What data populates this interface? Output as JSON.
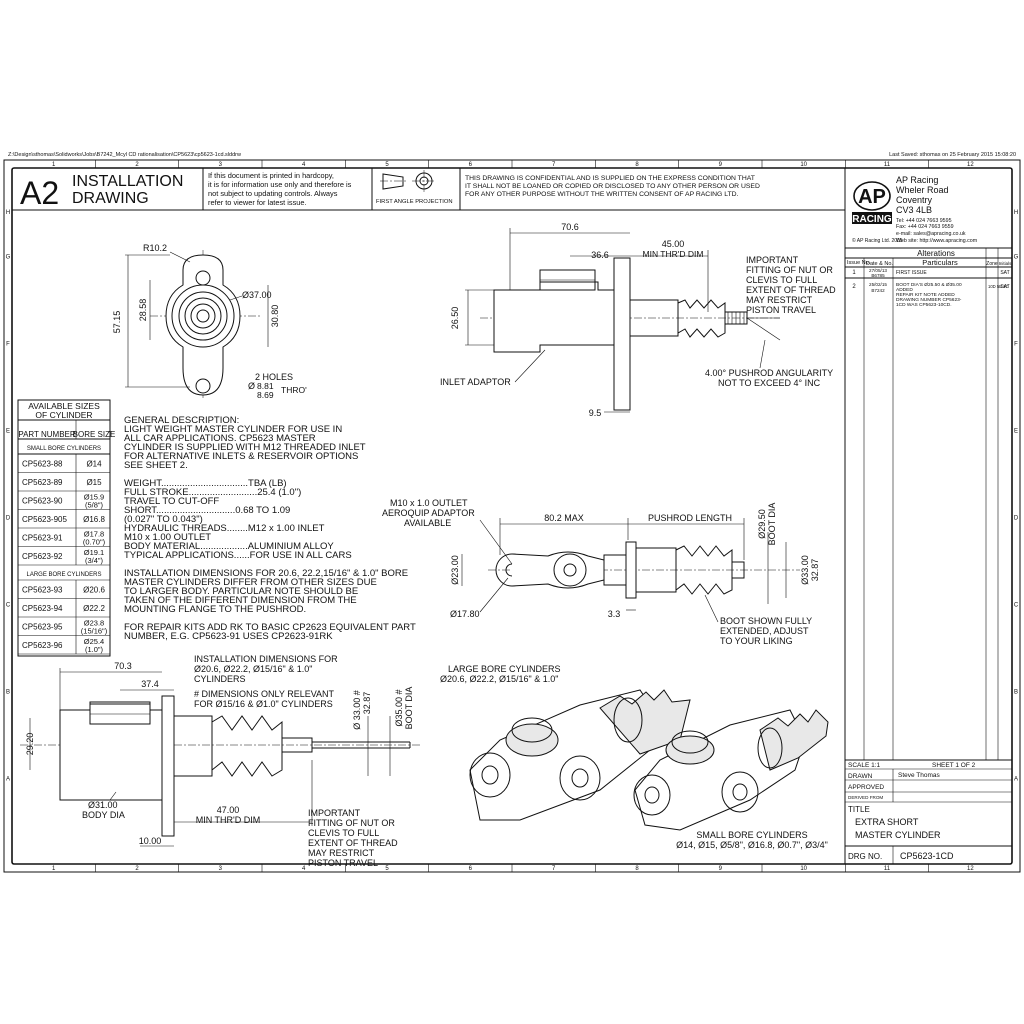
{
  "header": {
    "file_path": "Z:\\Design\\sthomas\\Solidworks\\Jobs\\B7242_Mcyl CD rationalisation\\CP5623\\cp5623-1cd.slddrw",
    "last_saved": "Last Saved: sthomas on 25 February 2015 15:08:20"
  },
  "zones": {
    "columns": [
      "1",
      "2",
      "3",
      "4",
      "5",
      "6",
      "7",
      "8",
      "9",
      "10",
      "11",
      "12"
    ],
    "rows": [
      "H",
      "G",
      "F",
      "E",
      "D",
      "C",
      "B",
      "A"
    ]
  },
  "title_box": {
    "size": "A2",
    "line1": "INSTALLATION",
    "line2": "DRAWING",
    "hardcopy_note": [
      "If this document is printed in hardcopy,",
      "it is for information use only and therefore is",
      "not subject to updating controls. Always",
      "refer to viewer for latest issue."
    ],
    "projection_label": "FIRST ANGLE PROJECTION",
    "confidential": [
      "THIS DRAWING IS CONFIDENTIAL AND IS SUPPLIED ON THE EXPRESS CONDITION THAT",
      "IT SHALL NOT BE LOANED OR COPIED OR DISCLOSED TO ANY OTHER PERSON OR USED",
      "FOR ANY OTHER PURPOSE WITHOUT THE WRITTEN CONSENT OF AP RACING LTD."
    ]
  },
  "company": {
    "logo_top": "AP",
    "logo_bottom": "RACING",
    "address": [
      "AP Racing",
      "Wheler Road",
      "Coventry",
      "CV3 4LB"
    ],
    "tel": "Tel:    +44 024 7663 9595",
    "fax": "Fax:   +44 024 7663 9559",
    "email": "e-mail: sales@apracing.co.uk",
    "web": "Web site: http://www.apracing.com",
    "copyright": "© AP Racing Ltd. 2005"
  },
  "alterations": {
    "title": "Alterations",
    "headers": [
      "Issue No.",
      "Date & No.",
      "Particulars",
      "Zone",
      "Initials"
    ],
    "rows": [
      {
        "issue": "1",
        "date": "27/05/13",
        "no": "B6785",
        "particulars": [
          "FIRST ISSUE"
        ],
        "zone": "",
        "initials": "SAT"
      },
      {
        "issue": "2",
        "date": "25/02/15",
        "no": "B7242",
        "particulars": [
          "BOOT DIA'S Ø25.50 & Ø35.00",
          "ADDED",
          "REPAIR KIT NOTE ADDED",
          "DRAWING NUMBER CP5623-",
          "1CD WAS CP5623-10CD."
        ],
        "zone": "10D 5B 3C",
        "initials": "SAT"
      }
    ]
  },
  "title_block": {
    "scale": "SCALE  1:1",
    "sheet": "SHEET  1  OF  2",
    "drawn_label": "DRAWN",
    "drawn_by": "Steve Thomas",
    "approved_label": "APPROVED",
    "derived_label": "DERIVED FROM",
    "title_label": "TITLE",
    "title_lines": [
      "EXTRA SHORT",
      "MASTER CYLINDER"
    ],
    "drg_label": "DRG NO.",
    "drg_no": "CP5623-1CD"
  },
  "sizes_table": {
    "title": [
      "AVAILABLE SIZES",
      "OF CYLINDER"
    ],
    "headers": [
      "PART NUMBER",
      "BORE SIZE"
    ],
    "small_heading": "SMALL BORE CYLINDERS",
    "small_rows": [
      {
        "part": "CP5623-88",
        "bore": [
          "Ø14"
        ]
      },
      {
        "part": "CP5623-89",
        "bore": [
          "Ø15"
        ]
      },
      {
        "part": "CP5623-90",
        "bore": [
          "Ø15.9",
          "(5/8\")"
        ]
      },
      {
        "part": "CP5623-905",
        "bore": [
          "Ø16.8"
        ]
      },
      {
        "part": "CP5623-91",
        "bore": [
          "Ø17.8",
          "(0.70\")"
        ]
      },
      {
        "part": "CP5623-92",
        "bore": [
          "Ø19.1",
          "(3/4\")"
        ]
      }
    ],
    "large_heading": "LARGE BORE CYLINDERS",
    "large_rows": [
      {
        "part": "CP5623-93",
        "bore": [
          "Ø20.6"
        ]
      },
      {
        "part": "CP5623-94",
        "bore": [
          "Ø22.2"
        ]
      },
      {
        "part": "CP5623-95",
        "bore": [
          "Ø23.8",
          "(15/16\")"
        ]
      },
      {
        "part": "CP5623-96",
        "bore": [
          "Ø25.4",
          "(1.0\")"
        ]
      }
    ]
  },
  "notes": {
    "general": [
      "GENERAL DESCRIPTION:",
      "LIGHT WEIGHT MASTER CYLINDER FOR USE IN",
      "ALL CAR APPLICATIONS. CP5623 MASTER",
      "CYLINDER IS SUPPLIED WITH M12 THREADED INLET",
      "FOR ALTERNATIVE INLETS & RESERVOIR OPTIONS",
      "SEE SHEET 2."
    ],
    "specs": [
      "WEIGHT.................................TBA (LB)",
      "FULL STROKE..........................25.4 (1.0\")",
      "TRAVEL TO CUT-OFF",
      "    SHORT..............................0.68 TO 1.09",
      "                                          (0.027\" TO 0.043\")",
      "HYDRAULIC THREADS........M12 x 1.00 INLET",
      "                                          M10 x 1.00 OUTLET",
      "BODY MATERIAL..................ALUMINIUM ALLOY",
      "TYPICAL APPLICATIONS......FOR USE IN ALL CARS"
    ],
    "installation": [
      "INSTALLATION DIMENSIONS FOR 20.6, 22.2,15/16\" & 1.0\" BORE",
      "MASTER CYLINDERS DIFFER FROM OTHER SIZES DUE",
      "TO LARGER BODY. PARTICULAR NOTE SHOULD BE",
      "TAKEN OF THE DIFFERENT DIMENSION FROM THE",
      "MOUNTING FLANGE TO THE PUSHROD."
    ],
    "repair": [
      "FOR REPAIR KITS ADD RK TO BASIC CP2623 EQUIVALENT PART",
      "NUMBER,  E.G.  CP5623-91 USES CP2623-91RK"
    ]
  },
  "end_view": {
    "r": "R10.2",
    "d_body": "Ø37.00",
    "h1": "28.58",
    "h2": "57.15",
    "w": "30.80",
    "holes": [
      "2 HOLES",
      "8.81",
      "8.69",
      "THRO'"
    ]
  },
  "side_view_top": {
    "d1": "70.6",
    "d2": "36.6",
    "d3": "45.00",
    "d3_note": "MIN THR'D DIM",
    "d4": "26.50",
    "d5": "9.5",
    "inlet": "INLET ADAPTOR",
    "note1": [
      "IMPORTANT",
      "FITTING OF NUT OR",
      "CLEVIS TO FULL",
      "EXTENT OF THREAD",
      "MAY RESTRICT",
      "PISTON TRAVEL"
    ],
    "note2": [
      "4.00° PUSHROD ANGULARITY",
      "NOT TO EXCEED 4° INC"
    ]
  },
  "plan_view": {
    "outlet_note": [
      "M10 x 1.0 OUTLET",
      "AEROQUIP ADAPTOR",
      "AVAILABLE"
    ],
    "d_max": "80.2 MAX",
    "pushrod": "PUSHROD LENGTH",
    "boot_dia": [
      "Ø29.50",
      "BOOT DIA"
    ],
    "d_23": "Ø23.00",
    "d_33a": "Ø33.00",
    "d_33b": "32.87",
    "d_17": "Ø17.80",
    "d_3": "3.3",
    "boot_note": [
      "BOOT SHOWN FULLY",
      "EXTENDED, ADJUST",
      "TO YOUR LIKING"
    ]
  },
  "large_view": {
    "heading": [
      "INSTALLATION DIMENSIONS FOR",
      "Ø20.6, Ø22.2, Ø15/16\" & 1.0\"",
      "CYLINDERS"
    ],
    "hash_note": [
      "# DIMENSIONS ONLY RELEVANT",
      "FOR Ø15/16 & Ø1.0\" CYLINDERS"
    ],
    "d1": "70.3",
    "d2": "37.4",
    "d3": "29.20",
    "d_33a": "Ø 33.00 #",
    "d_33b": "32.87",
    "d_35": [
      "Ø35.00 #",
      "BOOT DIA"
    ],
    "body_dia": [
      "Ø31.00",
      "BODY DIA"
    ],
    "min_thr": [
      "47.00",
      "MIN THR'D DIM"
    ],
    "d_10": "10.00",
    "note": [
      "IMPORTANT",
      "FITTING OF NUT OR",
      "CLEVIS TO FULL",
      "EXTENT OF THREAD",
      "MAY RESTRICT",
      "PISTON TRAVEL"
    ]
  },
  "iso": {
    "large": [
      "LARGE BORE CYLINDERS",
      "Ø20.6, Ø22.2, Ø15/16\" & 1.0\""
    ],
    "small": [
      "SMALL BORE CYLINDERS",
      "Ø14, Ø15, Ø5/8\", Ø16.8, Ø0.7\", Ø3/4\""
    ]
  }
}
